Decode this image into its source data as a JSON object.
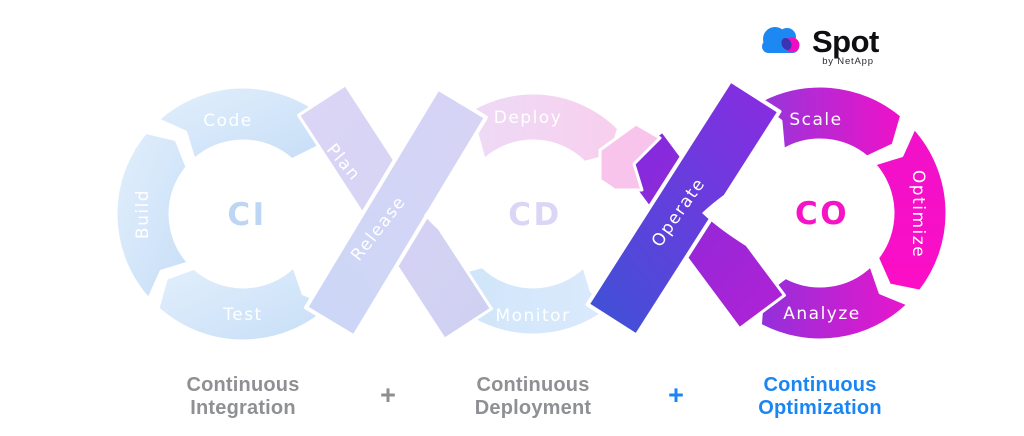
{
  "logo": {
    "brand": "Spot",
    "byline": "by NetApp"
  },
  "diagram": {
    "ci": {
      "abbr": "CI",
      "steps": {
        "build": "Build",
        "code": "Code",
        "test": "Test"
      }
    },
    "cd": {
      "abbr": "CD",
      "steps": {
        "deploy": "Deploy",
        "monitor": "Monitor"
      }
    },
    "co": {
      "abbr": "CO",
      "steps": {
        "scale": "Scale",
        "optimize": "Optimize",
        "analyze": "Analyze"
      }
    },
    "connectors": {
      "plan": "Plan",
      "release": "Release",
      "operate": "Operate"
    }
  },
  "footer": {
    "integration": {
      "line1": "Continuous",
      "line2": "Integration"
    },
    "deployment": {
      "line1": "Continuous",
      "line2": "Deployment"
    },
    "optimization": {
      "line1": "Continuous",
      "line2": "Optimization"
    },
    "plus": "+"
  },
  "colors": {
    "ci_light_blue": "#cfe2f8",
    "ci_center_text": "#bdd6f3",
    "cd_pink": "#f6d4f1",
    "cd_light_blue": "#d6e9fa",
    "cd_center_text": "#dbd5f6",
    "connector_lavender": "#d7d4f4",
    "operate_blue": "#3c53d6",
    "co_purple": "#8e30dd",
    "co_magenta": "#f50fc7",
    "co_center_text": "#f712c5",
    "footer_gray": "#8e9093",
    "footer_blue": "#1b86f3",
    "brand_cloud_blue": "#1d87f2",
    "brand_dot_magenta": "#ee10c0"
  }
}
